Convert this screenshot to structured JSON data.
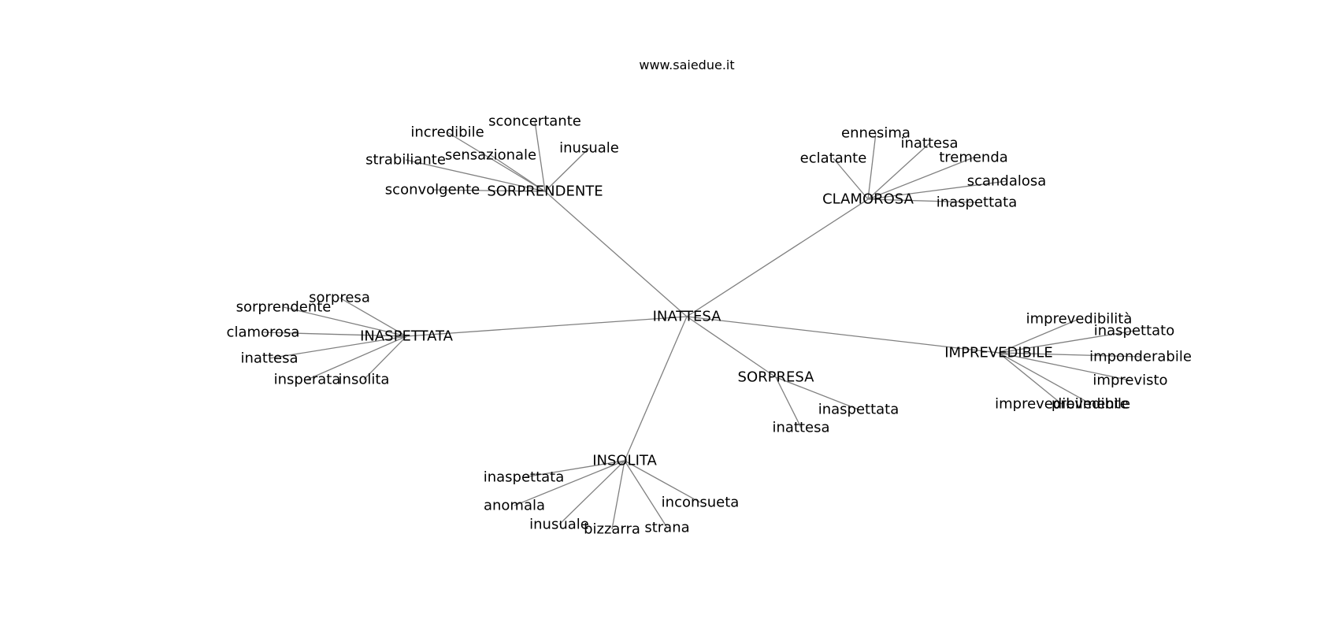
{
  "header": {
    "site": "www.saiedue.it"
  },
  "graph": {
    "root": "INATTESA",
    "groups": [
      {
        "hub": "SORPRENDENTE",
        "leaves": [
          "sconcertante",
          "incredibile",
          "inusuale",
          "sensazionale",
          "strabiliante",
          "sconvolgente"
        ]
      },
      {
        "hub": "CLAMOROSA",
        "leaves": [
          "ennesima",
          "inattesa",
          "eclatante",
          "tremenda",
          "scandalosa",
          "inaspettata"
        ]
      },
      {
        "hub": "INASPETTATA",
        "leaves": [
          "sorpresa",
          "sorprendente",
          "clamorosa",
          "inattesa",
          "insperata",
          "insolita"
        ]
      },
      {
        "hub": "IMPREVEDIBILE",
        "leaves": [
          "imprevedibilità",
          "inaspettato",
          "imponderabile",
          "imprevisto",
          "imprevedibilmente",
          "prevedibile"
        ]
      },
      {
        "hub": "SORPRESA",
        "leaves": [
          "inaspettata",
          "inattesa"
        ]
      },
      {
        "hub": "INSOLITA",
        "leaves": [
          "inaspettata",
          "anomala",
          "inusuale",
          "bizzarra",
          "strana",
          "inconsueta"
        ]
      }
    ]
  }
}
